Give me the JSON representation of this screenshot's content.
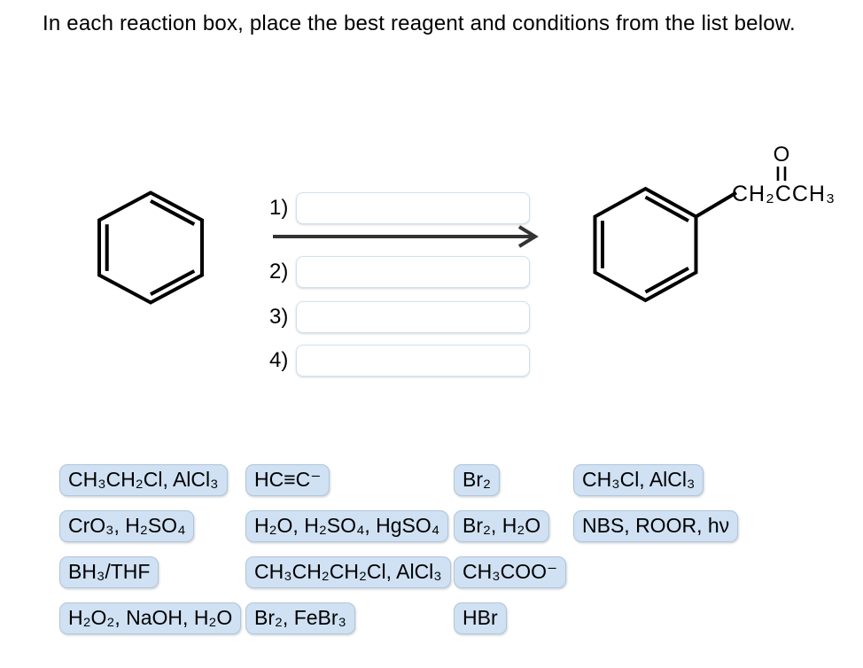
{
  "title": "In each reaction box, place the best reagent and conditions from the list below.",
  "reaction": {
    "steps": [
      {
        "label": "1)",
        "value": ""
      },
      {
        "label": "2)",
        "value": ""
      },
      {
        "label": "3)",
        "value": ""
      },
      {
        "label": "4)",
        "value": ""
      }
    ],
    "product": {
      "oxygen_label": "O",
      "chain_label": "CH₂CCH₃"
    }
  },
  "reagents": {
    "columns": [
      {
        "items": [
          "CH₃CH₂Cl, AlCl₃",
          "CrO₃, H₂SO₄",
          "BH₃/THF",
          "H₂O₂, NaOH, H₂O"
        ]
      },
      {
        "items": [
          "HC≡C⁻",
          "H₂O, H₂SO₄, HgSO₄",
          "CH₃CH₂CH₂Cl, AlCl₃",
          "Br₂, FeBr₃"
        ]
      },
      {
        "items": [
          "Br₂",
          "Br₂, H₂O",
          "CH₃COO⁻",
          "HBr"
        ]
      },
      {
        "items": [
          "CH₃Cl, AlCl₃",
          "NBS, ROOR, hν"
        ]
      }
    ]
  },
  "colors": {
    "chip_background": "#cfe1f3",
    "chip_border": "#b2c5d9",
    "input_border": "#cfe1f1",
    "arrow": "#333333",
    "structure_stroke": "#000000"
  }
}
